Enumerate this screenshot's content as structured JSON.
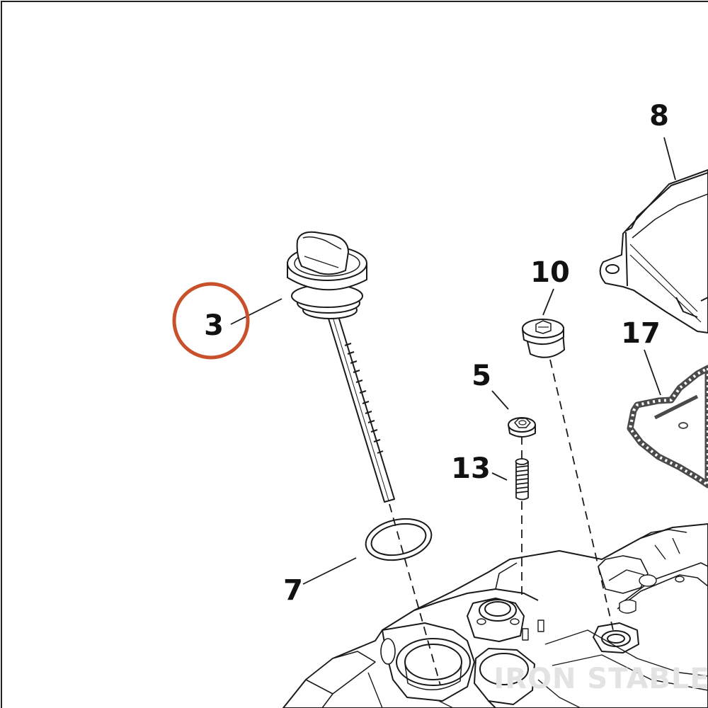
{
  "diagram": {
    "callouts": {
      "c3": "3",
      "c5": "5",
      "c7": "7",
      "c8": "8",
      "c10": "10",
      "c13": "13",
      "c17": "17"
    },
    "highlighted_callout": "3",
    "watermark": "IRON STABLE"
  },
  "colors": {
    "line": "#1a1a1a",
    "highlight_ring": "#c8502a",
    "gasket": "#4a4a4a",
    "watermark": "#e3e3e3",
    "border": "#222222"
  }
}
